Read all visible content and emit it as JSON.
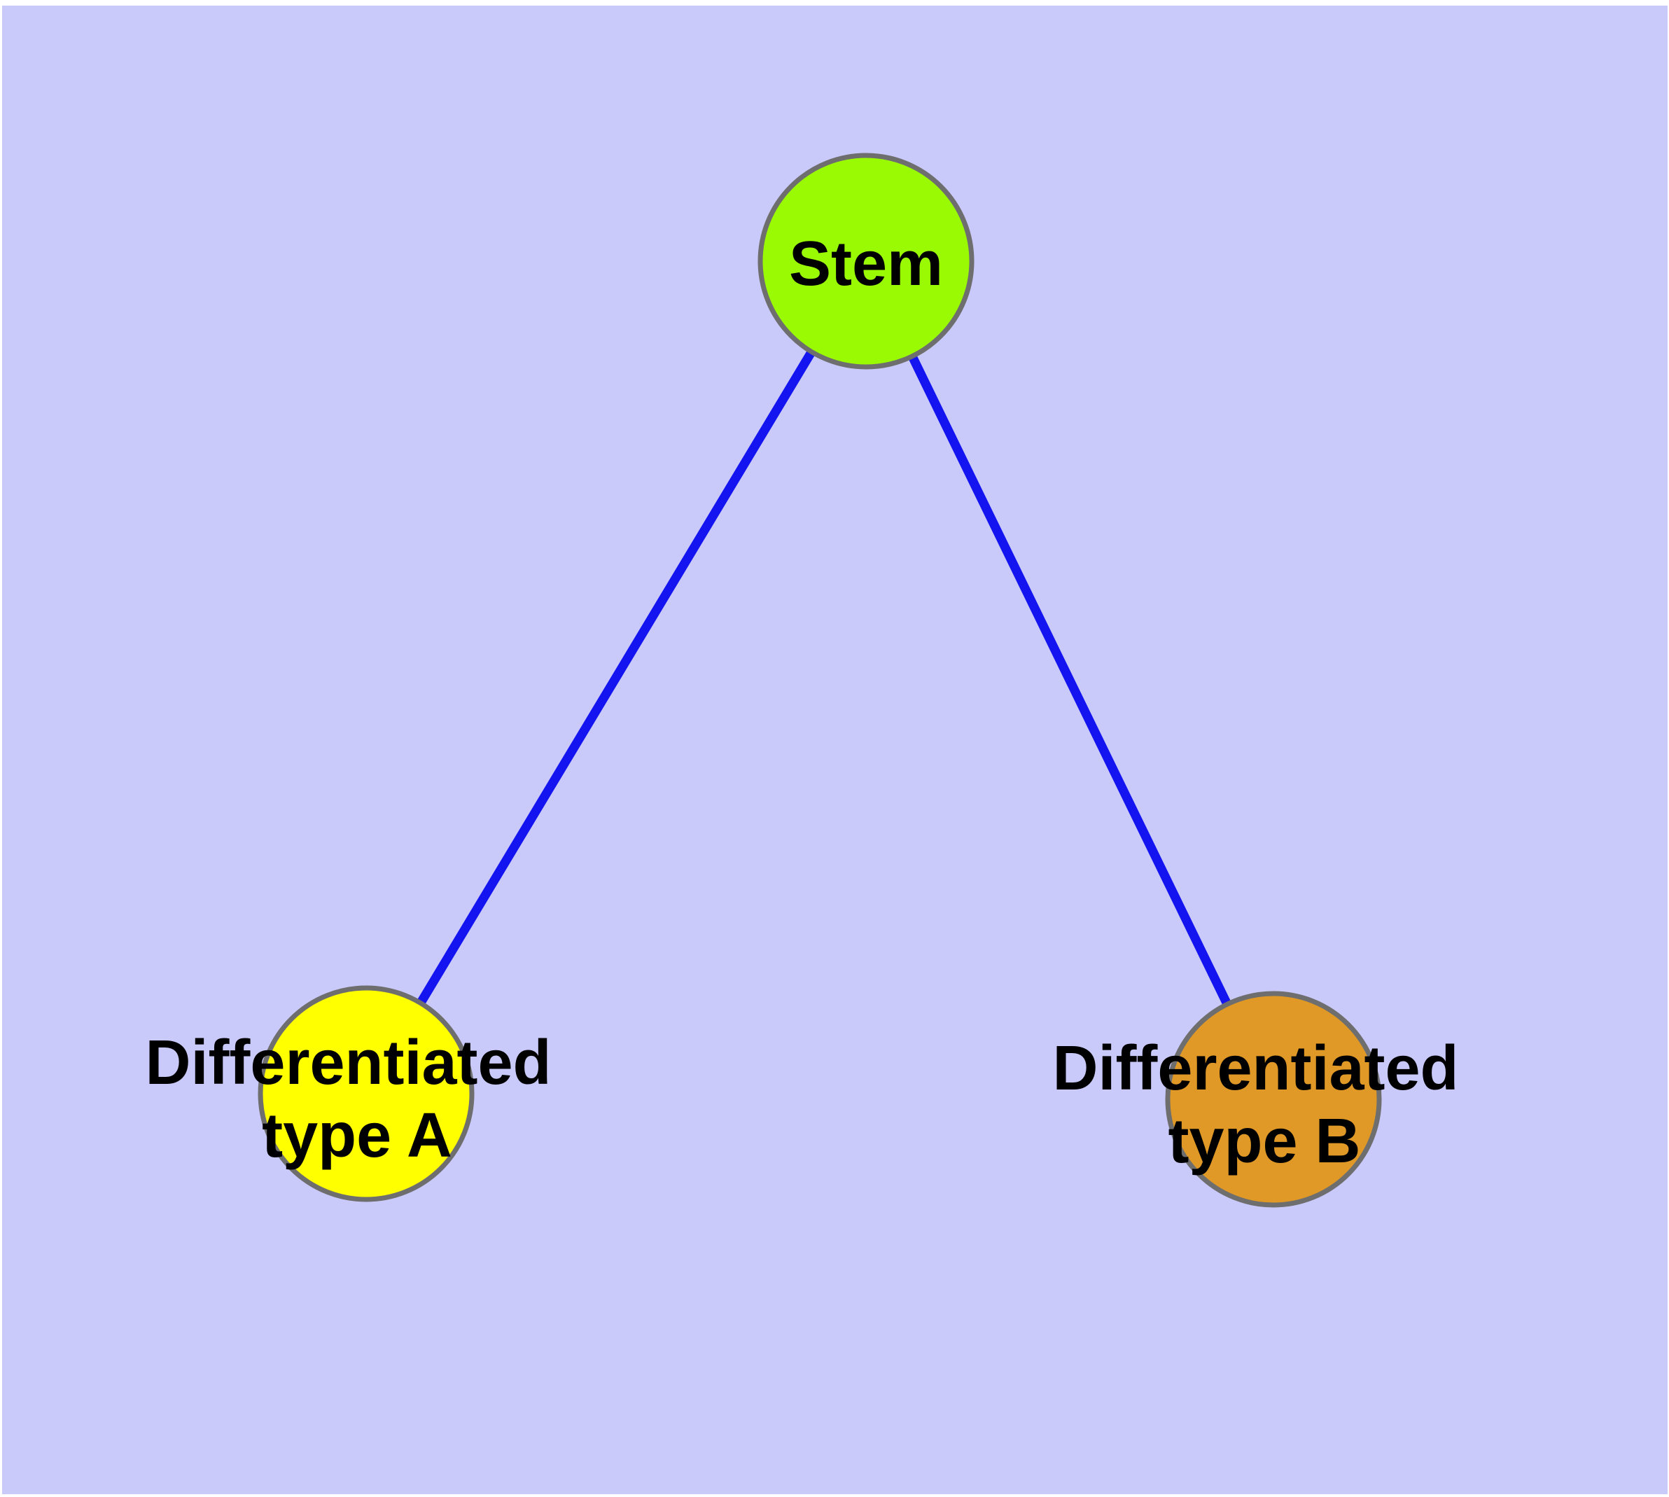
{
  "diagram": {
    "type": "node-link-graph",
    "background_color": "#C9C9FA",
    "page_background": "#FFFFFF",
    "nodes": {
      "stem": {
        "id": "stem",
        "label": "Stem",
        "fill": "#9AFA04",
        "stroke": "#6E6E6E",
        "label_color": "#000000"
      },
      "type_a": {
        "id": "type_a",
        "label_line1": "Differentiated",
        "label_line2": "type A",
        "fill": "#FFFF00",
        "stroke": "#6E6E6E",
        "label_color": "#000000"
      },
      "type_b": {
        "id": "type_b",
        "label_line1": "Differentiated",
        "label_line2": "type B",
        "fill": "#E09926",
        "stroke": "#6E6E6E",
        "label_color": "#000000"
      }
    },
    "edges": {
      "stem_to_type_a": {
        "from": "stem",
        "to": "type_a",
        "color": "#1414F0"
      },
      "stem_to_type_b": {
        "from": "stem",
        "to": "type_b",
        "color": "#1414F0"
      }
    }
  }
}
